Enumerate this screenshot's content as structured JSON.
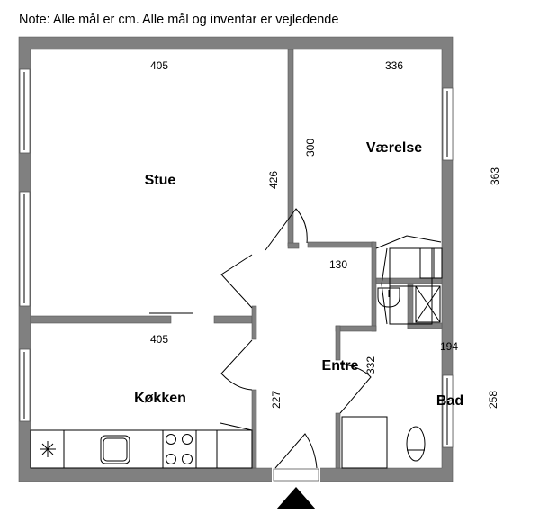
{
  "note": "Note: Alle mål er cm. Alle mål og inventar er vejledende",
  "rooms": {
    "stue": {
      "label": "Stue",
      "width": "405",
      "depth": "426"
    },
    "vaerelse": {
      "label": "Værelse",
      "width": "336",
      "depth_left": "300",
      "depth_right": "363"
    },
    "koekken": {
      "label": "Køkken",
      "width": "405",
      "depth": "227"
    },
    "entre": {
      "label": "Entre",
      "width": "130",
      "depth": "332"
    },
    "bad": {
      "label": "Bad",
      "width": "194",
      "depth": "258"
    }
  },
  "colors": {
    "wall": "#808080"
  }
}
